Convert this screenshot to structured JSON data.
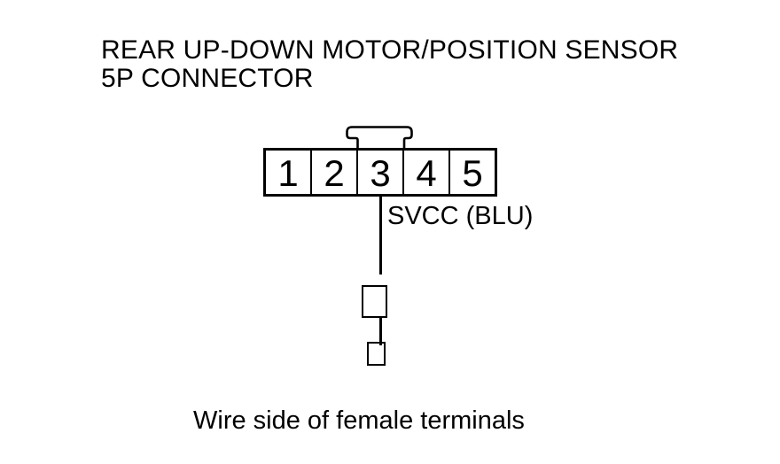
{
  "colors": {
    "ink": "#000000",
    "background": "#ffffff"
  },
  "header": {
    "title_line1": "REAR UP-DOWN MOTOR/POSITION SENSOR",
    "title_line2": "5P CONNECTOR"
  },
  "connector": {
    "pins": [
      "1",
      "2",
      "3",
      "4",
      "5"
    ],
    "key_tab_icon": "connector-keyway-tab",
    "wire_from_pin": "3",
    "wire_label": "SVCC (BLU)"
  },
  "symbols": {
    "probe_large_icon": "terminal-probe-square-large",
    "probe_small_icon": "terminal-probe-square-small"
  },
  "caption": "Wire side of female terminals"
}
